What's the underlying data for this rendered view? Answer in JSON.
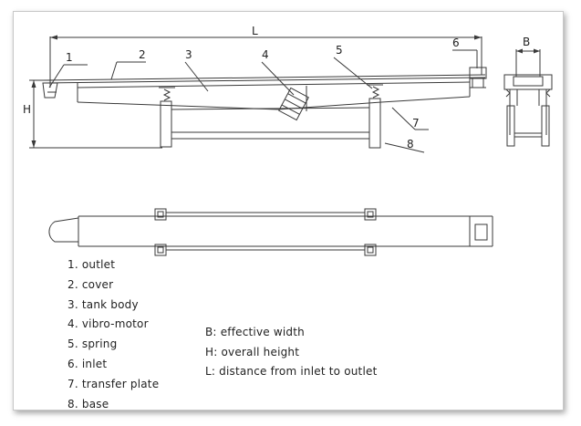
{
  "callouts": [
    "1",
    "2",
    "3",
    "4",
    "5",
    "6",
    "7",
    "8"
  ],
  "dimensions": {
    "length": "L",
    "height": "H",
    "width": "B"
  },
  "legend": {
    "parts": [
      {
        "num": "1.",
        "name": "outlet"
      },
      {
        "num": "2.",
        "name": "cover"
      },
      {
        "num": "3.",
        "name": "tank body"
      },
      {
        "num": "4.",
        "name": "vibro-motor"
      },
      {
        "num": "5.",
        "name": "spring"
      },
      {
        "num": "6.",
        "name": "inlet"
      },
      {
        "num": "7.",
        "name": "transfer plate"
      },
      {
        "num": "8.",
        "name": "base"
      }
    ],
    "definitions": [
      {
        "key": "B:",
        "text": "effective width"
      },
      {
        "key": "H:",
        "text": "overall height"
      },
      {
        "key": "L:",
        "text": "distance from inlet to outlet"
      }
    ]
  }
}
